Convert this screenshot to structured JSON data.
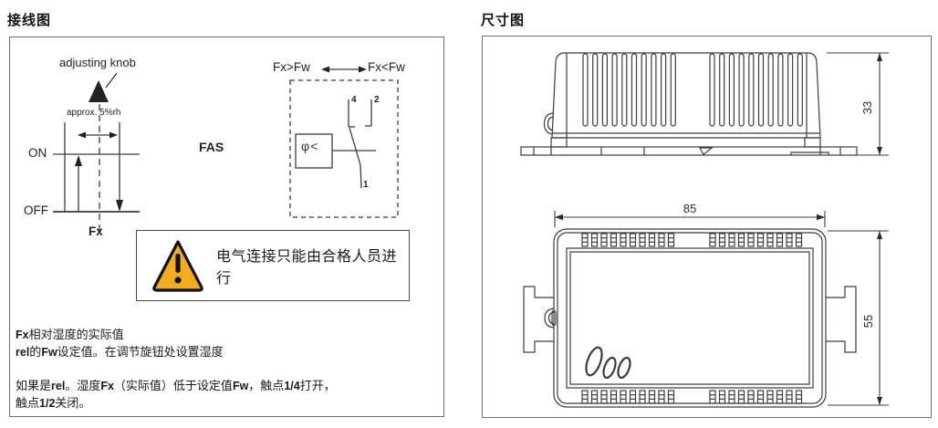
{
  "left_panel": {
    "heading": "接线图",
    "diagram": {
      "adjusting_knob": "adjusting knob",
      "approx": "approx. 5%rh",
      "on": "ON",
      "off": "OFF",
      "fx": "Fx",
      "fas": "FAS",
      "fx_gt_fw": "Fx>Fw",
      "fx_lt_fw": "Fx<Fw",
      "sensor_symbol": "φ<",
      "terminal_top_left": "4",
      "terminal_top_right": "2",
      "terminal_bottom": "1"
    },
    "warning": {
      "text": "电气连接只能由合格人员进行"
    },
    "notes": [
      [
        {
          "t": "Fx",
          "b": true
        },
        {
          "t": "相对湿度的实际值"
        }
      ],
      [
        {
          "t": "rel",
          "b": true
        },
        {
          "t": "的"
        },
        {
          "t": "Fw",
          "b": true
        },
        {
          "t": "设定值。在调节旋钮处设置湿度"
        }
      ],
      [
        {
          "t": "如果是"
        },
        {
          "t": "rel",
          "b": true
        },
        {
          "t": "。湿度"
        },
        {
          "t": "Fx",
          "b": true
        },
        {
          "t": "（实际值）低于设定值"
        },
        {
          "t": "Fw",
          "b": true
        },
        {
          "t": "，触点"
        },
        {
          "t": "1/4",
          "b": true
        },
        {
          "t": "打开，"
        }
      ],
      [
        {
          "t": "触点"
        },
        {
          "t": "1/2",
          "b": true
        },
        {
          "t": "关闭。"
        }
      ]
    ]
  },
  "right_panel": {
    "heading": "尺寸图",
    "dimensions": {
      "height": "33",
      "width": "85",
      "depth": "55"
    }
  },
  "colors": {
    "line": "#3c3c3c",
    "warning_triangle": "#F2AC1E",
    "panel_border": "#6e6e6e"
  }
}
